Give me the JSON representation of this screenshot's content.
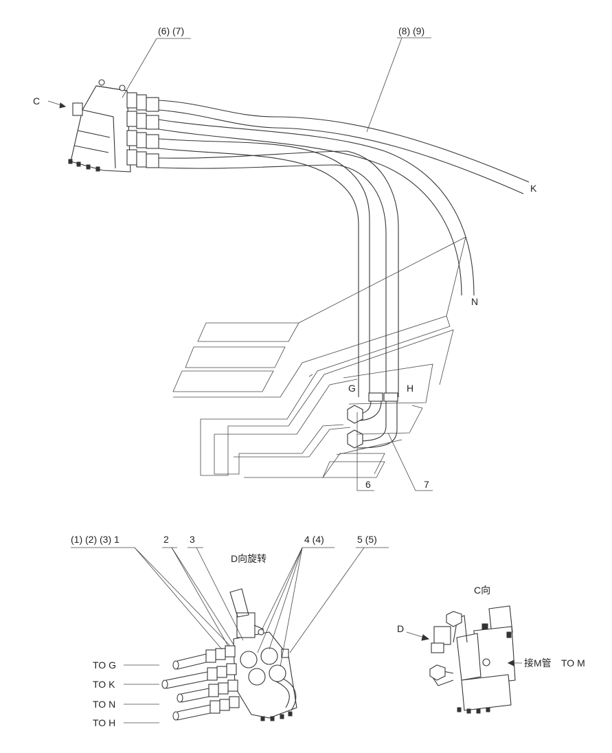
{
  "top_labels": {
    "part_6_7": "(6) (7)",
    "part_8_9": "(8) (9)",
    "view_c_arrow": "C",
    "end_k": "K",
    "end_n": "N",
    "end_g": "G",
    "end_h": "H",
    "part_6": "6",
    "part_7": "7"
  },
  "detail_labels": {
    "part_1_2_3_1": "(1) (2) (3) 1",
    "part_2": "2",
    "part_3": "3",
    "rotation_note": "D向旋转",
    "part_4_4": "4 (4)",
    "part_5_5": "5 (5)",
    "to_g": "TO G",
    "to_k": "TO K",
    "to_n": "TO N",
    "to_h": "TO H"
  },
  "view_c": {
    "title": "C向",
    "arrow_d": "D",
    "connect_m": "接M管",
    "to_m": "TO M"
  }
}
